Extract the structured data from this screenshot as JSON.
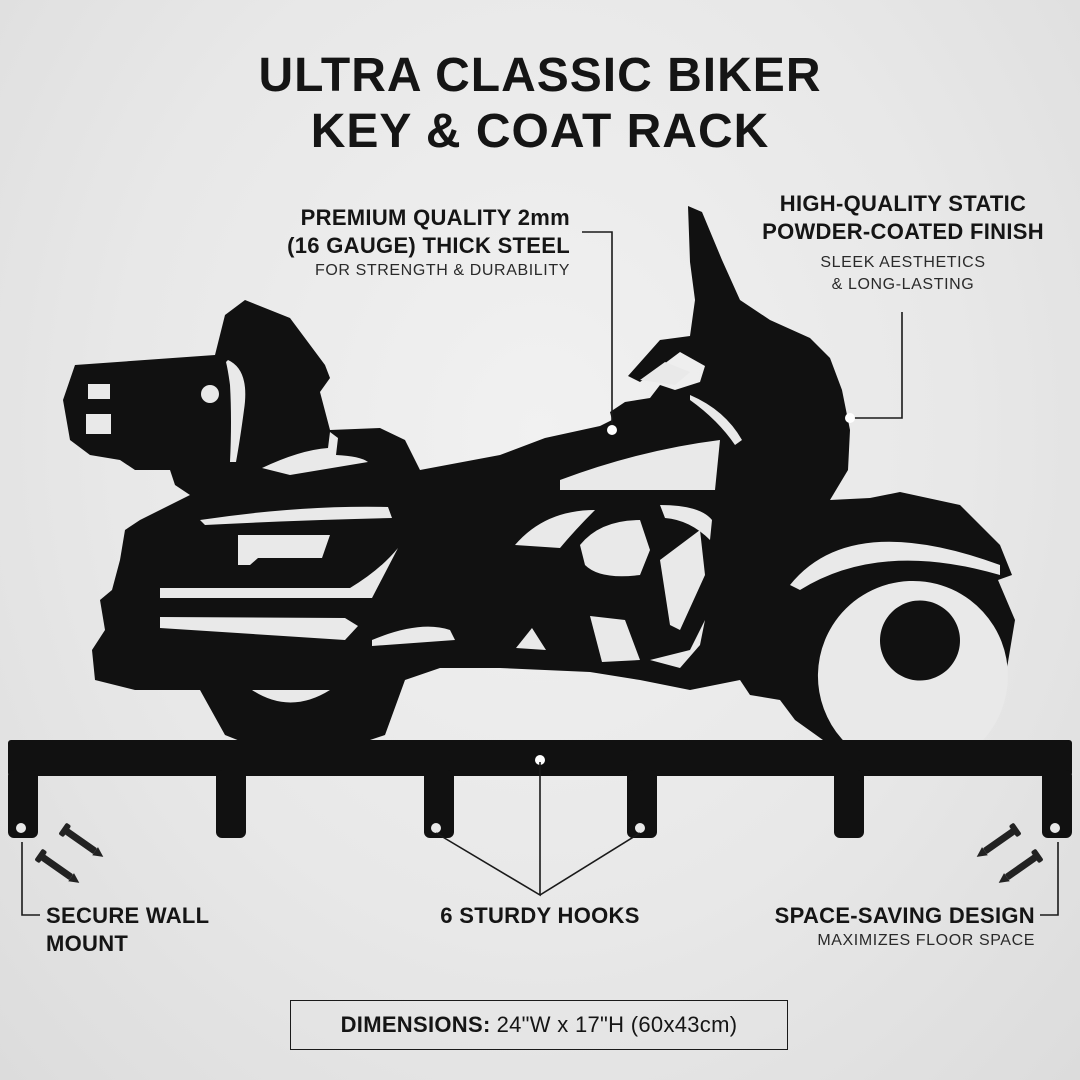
{
  "title": {
    "line1": "ULTRA CLASSIC BIKER",
    "line2": "KEY & COAT RACK"
  },
  "callouts": {
    "steel": {
      "line1": "PREMIUM QUALITY 2mm",
      "line2": "(16 GAUGE) THICK STEEL",
      "sub": "FOR STRENGTH & DURABILITY"
    },
    "finish": {
      "line1": "HIGH-QUALITY STATIC",
      "line2": "POWDER-COATED FINISH",
      "sub1": "SLEEK AESTHETICS",
      "sub2": "& LONG-LASTING"
    },
    "wall": {
      "line1": "SECURE WALL",
      "line2": "MOUNT"
    },
    "hooks": {
      "line1": "6 STURDY HOOKS"
    },
    "space": {
      "line1": "SPACE-SAVING DESIGN",
      "sub": "MAXIMIZES FLOOR SPACE"
    }
  },
  "dimensions": {
    "label": "DIMENSIONS:",
    "value": "24\"W x 17\"H (60x43cm)"
  },
  "product": {
    "subject": "motorcycle-silhouette-rack",
    "finish_color": "#111111",
    "background_color": "#ebebeb",
    "hook_count": 6
  },
  "icons": [
    "screw-icon",
    "screw-icon"
  ]
}
